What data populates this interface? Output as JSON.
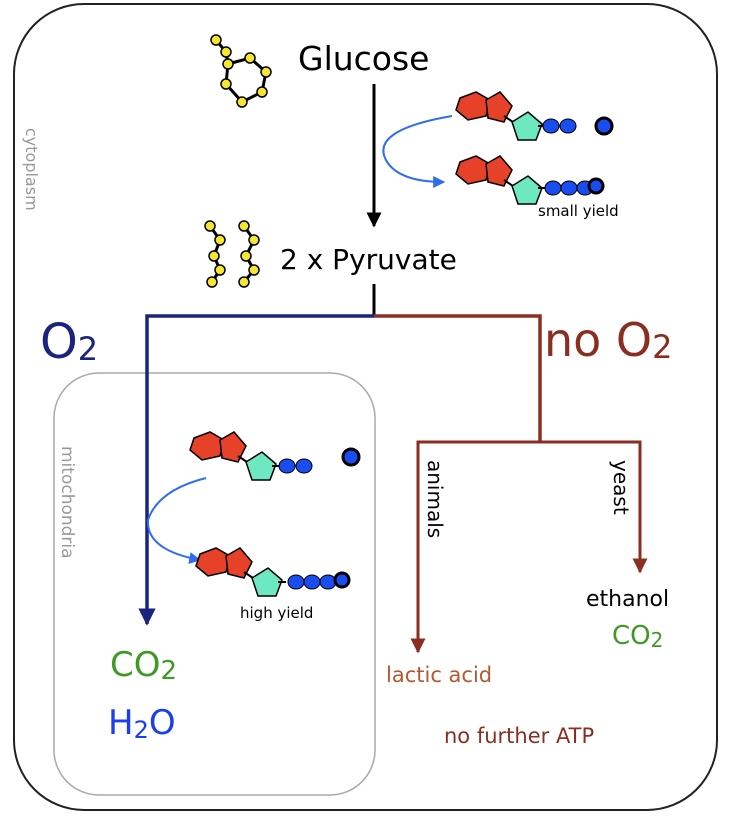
{
  "labels": {
    "glucose": "Glucose",
    "pyruvate": "2 x Pyruvate",
    "cytoplasm": "cytoplasm",
    "mitochondria": "mitochondria",
    "o2_base": "O",
    "o2_sub": "2",
    "no_o2_base": "no O",
    "no_o2_sub": "2",
    "small_yield": "small yield",
    "high_yield": "high yield",
    "animals": "animals",
    "yeast": "yeast",
    "ethanol": "ethanol",
    "co2_yeast_base": "CO",
    "co2_yeast_sub": "2",
    "lactic_acid": "lactic acid",
    "co2_aerobic_base": "CO",
    "co2_aerobic_sub": "2",
    "h2o_h": "H",
    "h2o_sub": "2",
    "h2o_o": "O",
    "no_further_atp": "no further ATP"
  },
  "colors": {
    "aerobic": "#1a237e",
    "anaerobic": "#8b2e22",
    "co2_green": "#3e9a25",
    "h2o_blue": "#1a3ef0",
    "lactic_orange": "#b5582f",
    "atp_arrow": "#2e6cf0",
    "adenine": "#e8412a",
    "ribose": "#6ee8c0",
    "phosphate": "#1a4df0",
    "glucose_ring": "#f5e632",
    "box_stroke": "#222222",
    "inner_box_stroke": "#aaaaaa",
    "faded_text": "#999999"
  },
  "icons": [
    "glucose-molecule-icon",
    "pyruvate-molecule-icon",
    "adp-molecule-icon",
    "atp-molecule-icon",
    "phosphate-icon"
  ]
}
